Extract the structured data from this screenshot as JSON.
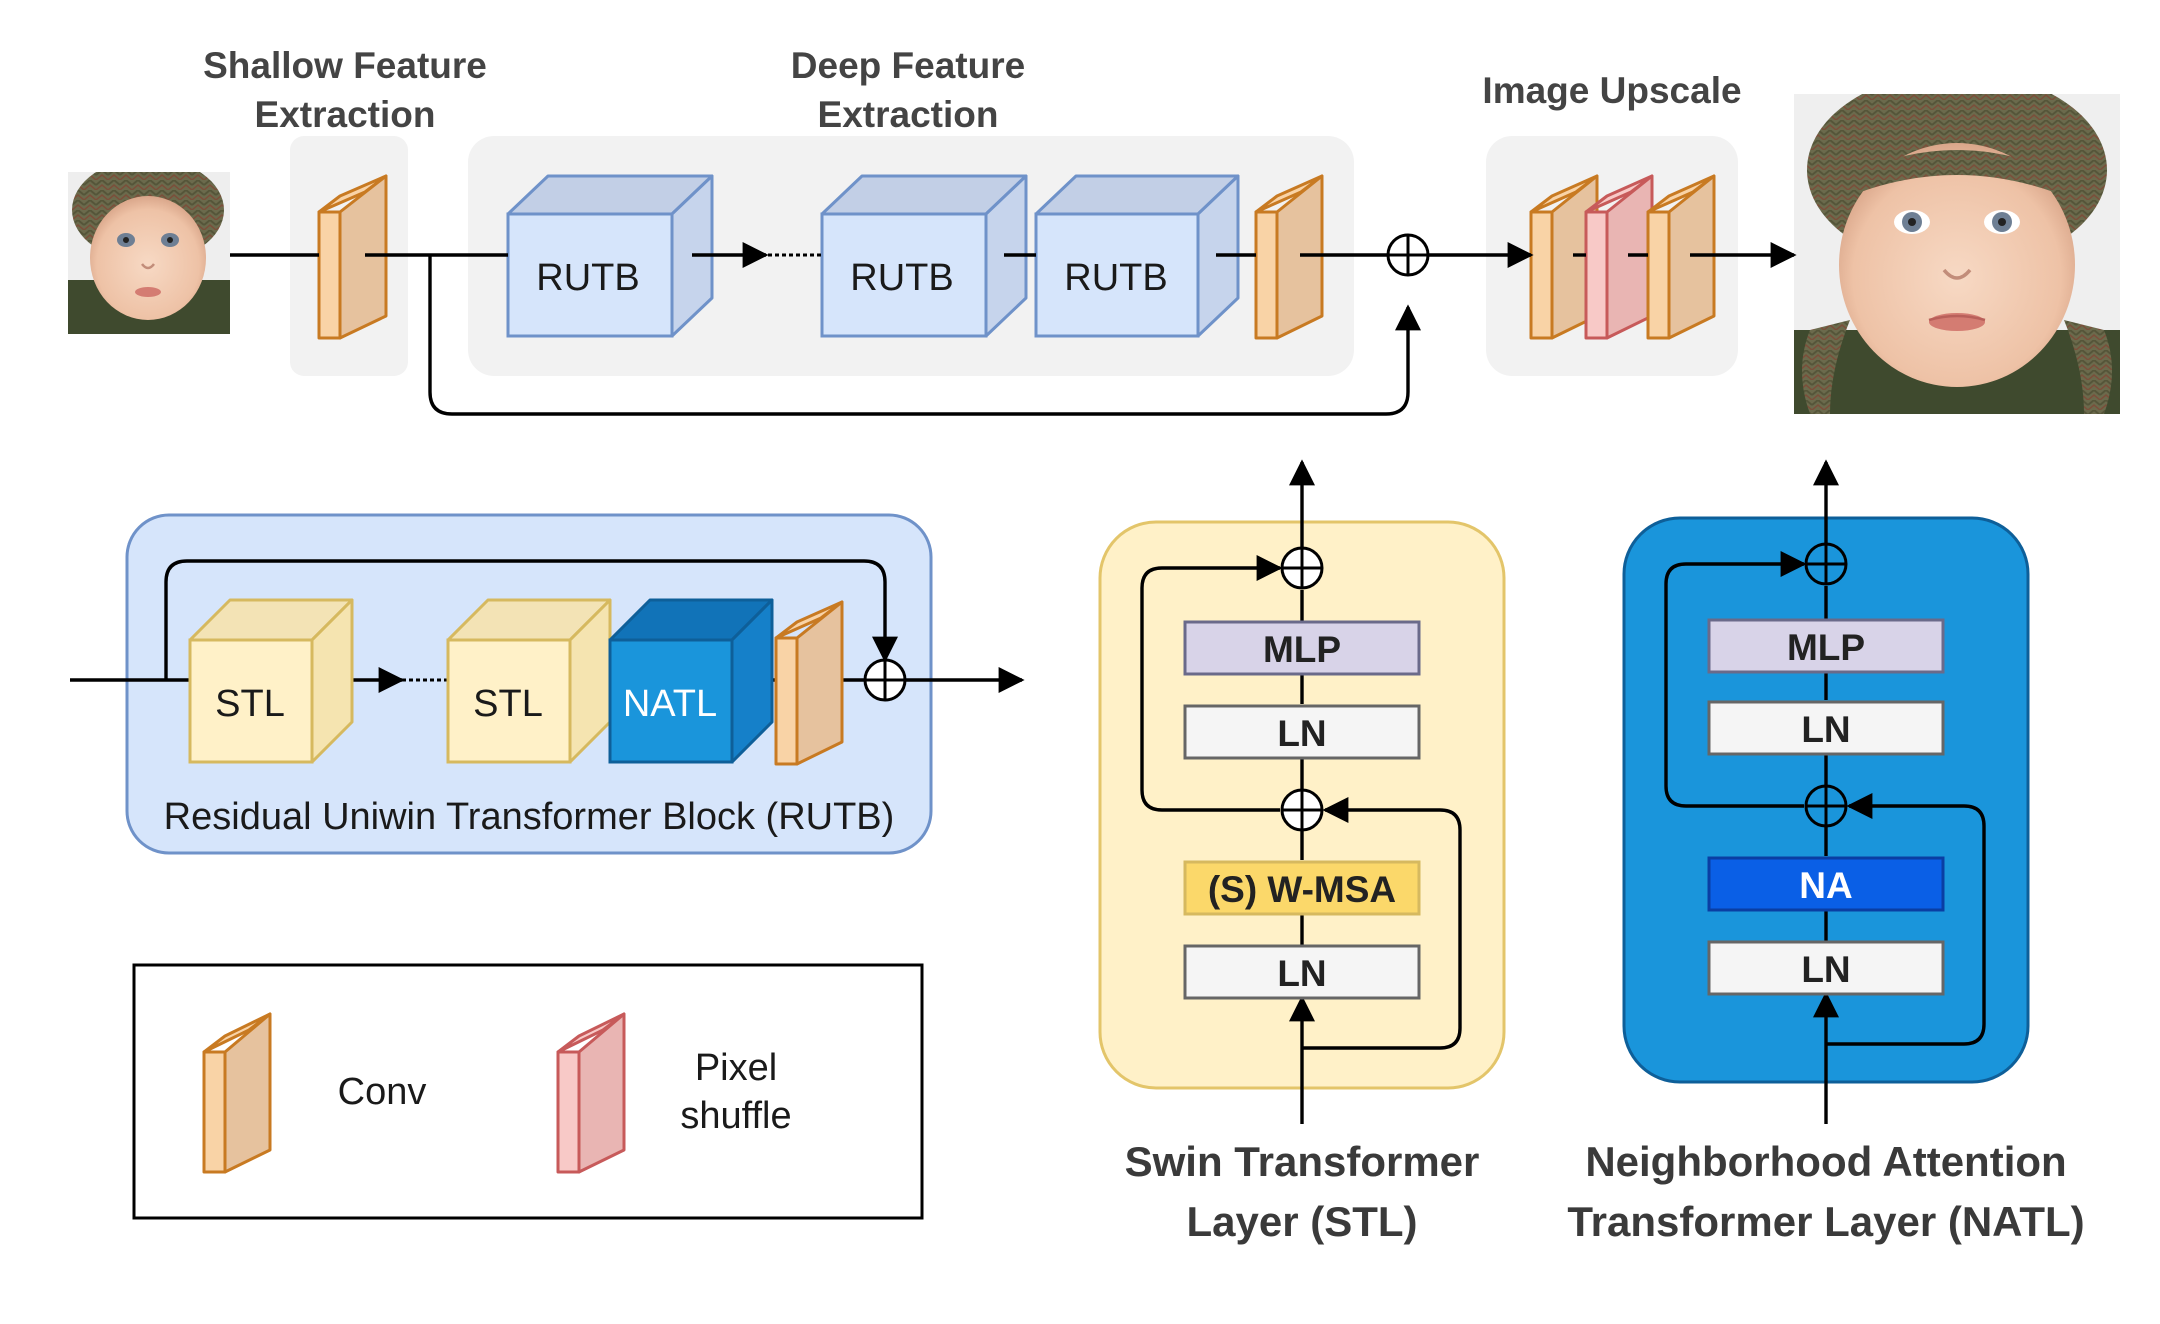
{
  "pipeline": {
    "shallow_title_1": "Shallow Feature",
    "shallow_title_2": "Extraction",
    "deep_title_1": "Deep Feature",
    "deep_title_2": "Extraction",
    "upscale_title": "Image Upscale",
    "rutb_1": "RUTB",
    "rutb_2": "RUTB",
    "rutb_3": "RUTB"
  },
  "rutb_block": {
    "stl_1": "STL",
    "stl_2": "STL",
    "natl": "NATL",
    "caption": "Residual Uniwin Transformer Block (RUTB)"
  },
  "stl_layer": {
    "mlp": "MLP",
    "ln_top": "LN",
    "attention": "(S) W-MSA",
    "ln_bottom": "LN",
    "caption_1": "Swin Transformer",
    "caption_2": "Layer (STL)"
  },
  "natl_layer": {
    "mlp": "MLP",
    "ln_top": "LN",
    "attention": "NA",
    "ln_bottom": "LN",
    "caption_1": "Neighborhood Attention",
    "caption_2": "Transformer Layer (NATL)"
  },
  "legend": {
    "conv": "Conv",
    "pixel_1": "Pixel",
    "pixel_2": "shuffle"
  },
  "colors": {
    "conv": "#f9d3a6",
    "pixel_shuffle": "#f8c9c7",
    "rutb": "#d6e5fb",
    "stl": "#fff1c8",
    "natl": "#1a95db",
    "mlp": "#d8d3e8",
    "wmsa": "#fbd86a",
    "na": "#0a5fe6"
  }
}
